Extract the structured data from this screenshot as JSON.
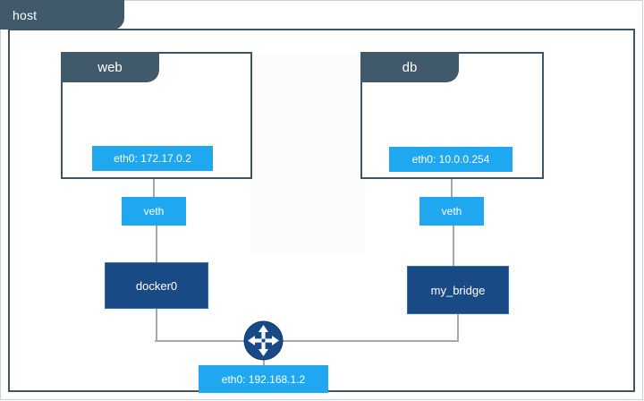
{
  "diagram": {
    "title": "host",
    "type": "docker-network-topology"
  },
  "host": {
    "tab_label": "host"
  },
  "containers": [
    {
      "id": "web",
      "name": "web",
      "interface": "eth0: 172.17.0.2",
      "veth": "veth",
      "bridge": "docker0"
    },
    {
      "id": "db",
      "name": "db",
      "interface": "eth0: 10.0.0.254",
      "veth": "veth",
      "bridge": "my_bridge"
    }
  ],
  "bridges": {
    "docker0": "docker0",
    "my_bridge": "my_bridge"
  },
  "veth": {
    "left": "veth",
    "right": "veth"
  },
  "host_interface": {
    "label": "eth0: 192.168.1.2"
  },
  "router": {
    "icon": "router-icon"
  },
  "colors": {
    "header_slate": "#415a6b",
    "border_slate": "#3f5566",
    "interface_blue": "#1fa8f0",
    "bridge_navy": "#1a4a85",
    "bridge_navy_border": "#2f6fb5",
    "link_gray": "#a8a8a8",
    "background": "#ffffff"
  }
}
